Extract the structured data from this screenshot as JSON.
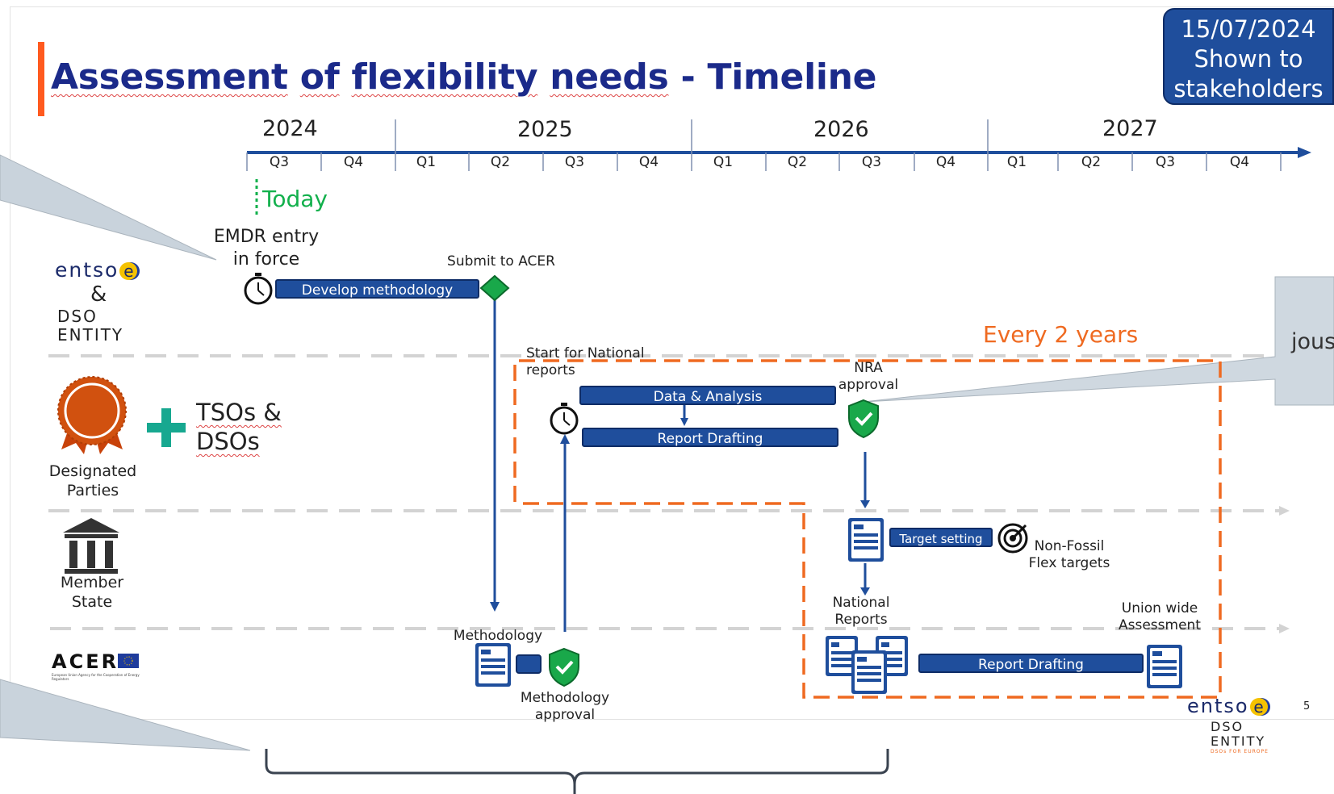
{
  "header": {
    "title_part1": "Assessment",
    "title_part2": "of",
    "title_part3": "flexibility",
    "title_part4": "needs",
    "title_part5": "- Timeline"
  },
  "stamp": {
    "date": "15/07/2024",
    "line2": "Shown to",
    "line3": "stakeholders"
  },
  "timeline": {
    "years": [
      "2024",
      "2025",
      "2026",
      "2027"
    ],
    "quarters": [
      "Q3",
      "Q4",
      "Q1",
      "Q2",
      "Q3",
      "Q4",
      "Q1",
      "Q2",
      "Q3",
      "Q4",
      "Q1",
      "Q2",
      "Q3",
      "Q4"
    ],
    "today_label": "Today"
  },
  "rows": {
    "entsoe": {
      "logo_text": "entso",
      "logo_e": "e",
      "amp": "&",
      "dso_top": "DSO",
      "dso_bottom": "ENTITY"
    },
    "designated": {
      "line1": "Designated",
      "line2": "Parties",
      "tsos_line1": "TSOs &",
      "tsos_line2": "DSOs"
    },
    "member": {
      "line1": "Member",
      "line2": "State"
    },
    "acer": {
      "logo_text": "ACER",
      "sub": "European Union Agency for the Cooperation of Energy Regulators"
    }
  },
  "labels": {
    "emdr_line1": "EMDR entry",
    "emdr_line2": "in force",
    "submit": "Submit to ACER",
    "start_line1": "Start for National",
    "start_line2": "reports",
    "nra_line1": "NRA",
    "nra_line2": "approval",
    "every": "Every 2 years",
    "nonfossil_line1": "Non-Fossil",
    "nonfossil_line2": "Flex targets",
    "national_line1": "National",
    "national_line2": "Reports",
    "union_line1": "Union wide",
    "union_line2": "Assessment",
    "methodology": "Methodology",
    "meth_approval_line1": "Methodology",
    "meth_approval_line2": "approval"
  },
  "bars": {
    "develop": "Develop methodology",
    "data": "Data & Analysis",
    "report": "Report Drafting",
    "target": "Target setting",
    "report2": "Report Drafting"
  },
  "callout": {
    "partial_text": "jous"
  },
  "footer": {
    "page": "5",
    "logo_text": "entso",
    "logo_e": "e",
    "dso_top": "DSO",
    "dso_bottom": "ENTITY",
    "dso_tag": "DSOs FOR EUROPE"
  },
  "colors": {
    "title": "#1b2a8a",
    "accent": "#ff5a1f",
    "bar": "#1f4e9c",
    "today": "#12b04c",
    "dashed_box": "#ef6a21",
    "shield": "#19a84a"
  }
}
